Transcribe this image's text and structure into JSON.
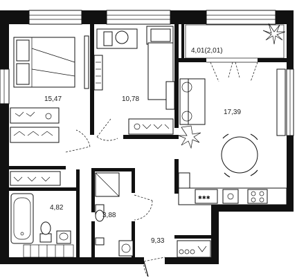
{
  "rooms": [
    {
      "id": "bedroom-1",
      "area": "15,47"
    },
    {
      "id": "bedroom-2",
      "area": "10,78"
    },
    {
      "id": "balcony",
      "area": "4,01(2,01)"
    },
    {
      "id": "living-kitchen",
      "area": "17,39"
    },
    {
      "id": "bathroom",
      "area": "4,82"
    },
    {
      "id": "wc",
      "area": "3,88"
    },
    {
      "id": "hallway",
      "area": "9,33"
    }
  ]
}
